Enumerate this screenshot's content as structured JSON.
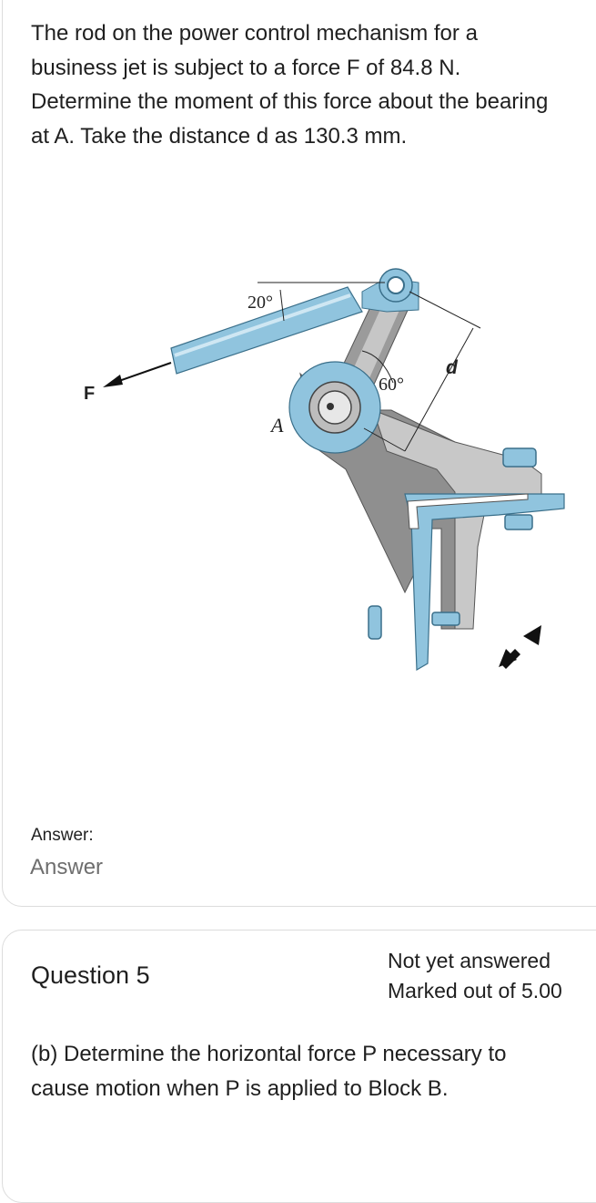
{
  "question4": {
    "text": "The rod on the power control mechanism for a business jet is subject to a force F of 84.8 N. Determine the moment of this force about the bearing at A. Take the distance d as 130.3 mm.",
    "figure": {
      "angle_top": "20°",
      "angle_mid": "60°",
      "label_d": "d",
      "label_a": "A",
      "label_f": "F"
    },
    "answer_label": "Answer:",
    "answer_placeholder": "Answer"
  },
  "question5": {
    "number": "Question 5",
    "status": "Not yet answered",
    "marks": "Marked out of 5.00",
    "text": "(b) Determine the horizontal force P necessary to cause motion when P is applied to Block B."
  },
  "colors": {
    "rod_blue": "#8ec3dd",
    "bracket_gray": "#9a9a9a",
    "light_gray": "#cfcfcf"
  }
}
